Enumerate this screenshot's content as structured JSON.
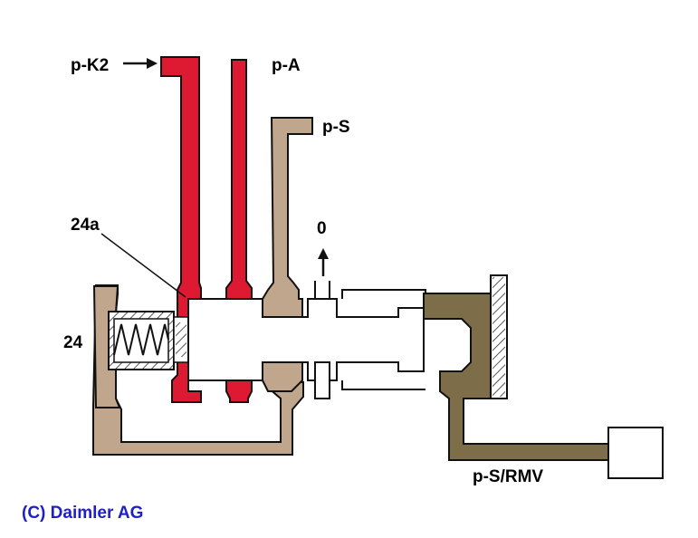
{
  "labels": {
    "pk2": "p-K2",
    "pa": "p-A",
    "ps": "p-S",
    "zero": "0",
    "l24a": "24a",
    "l24": "24",
    "psrmv": "p-S/RMV"
  },
  "copyright": "(C) Daimler AG",
  "colors": {
    "red": "#dd1a32",
    "tan": "#bfa68d",
    "olive": "#7d6d49",
    "outline": "#111111",
    "copyright": "#1f1fc8"
  }
}
